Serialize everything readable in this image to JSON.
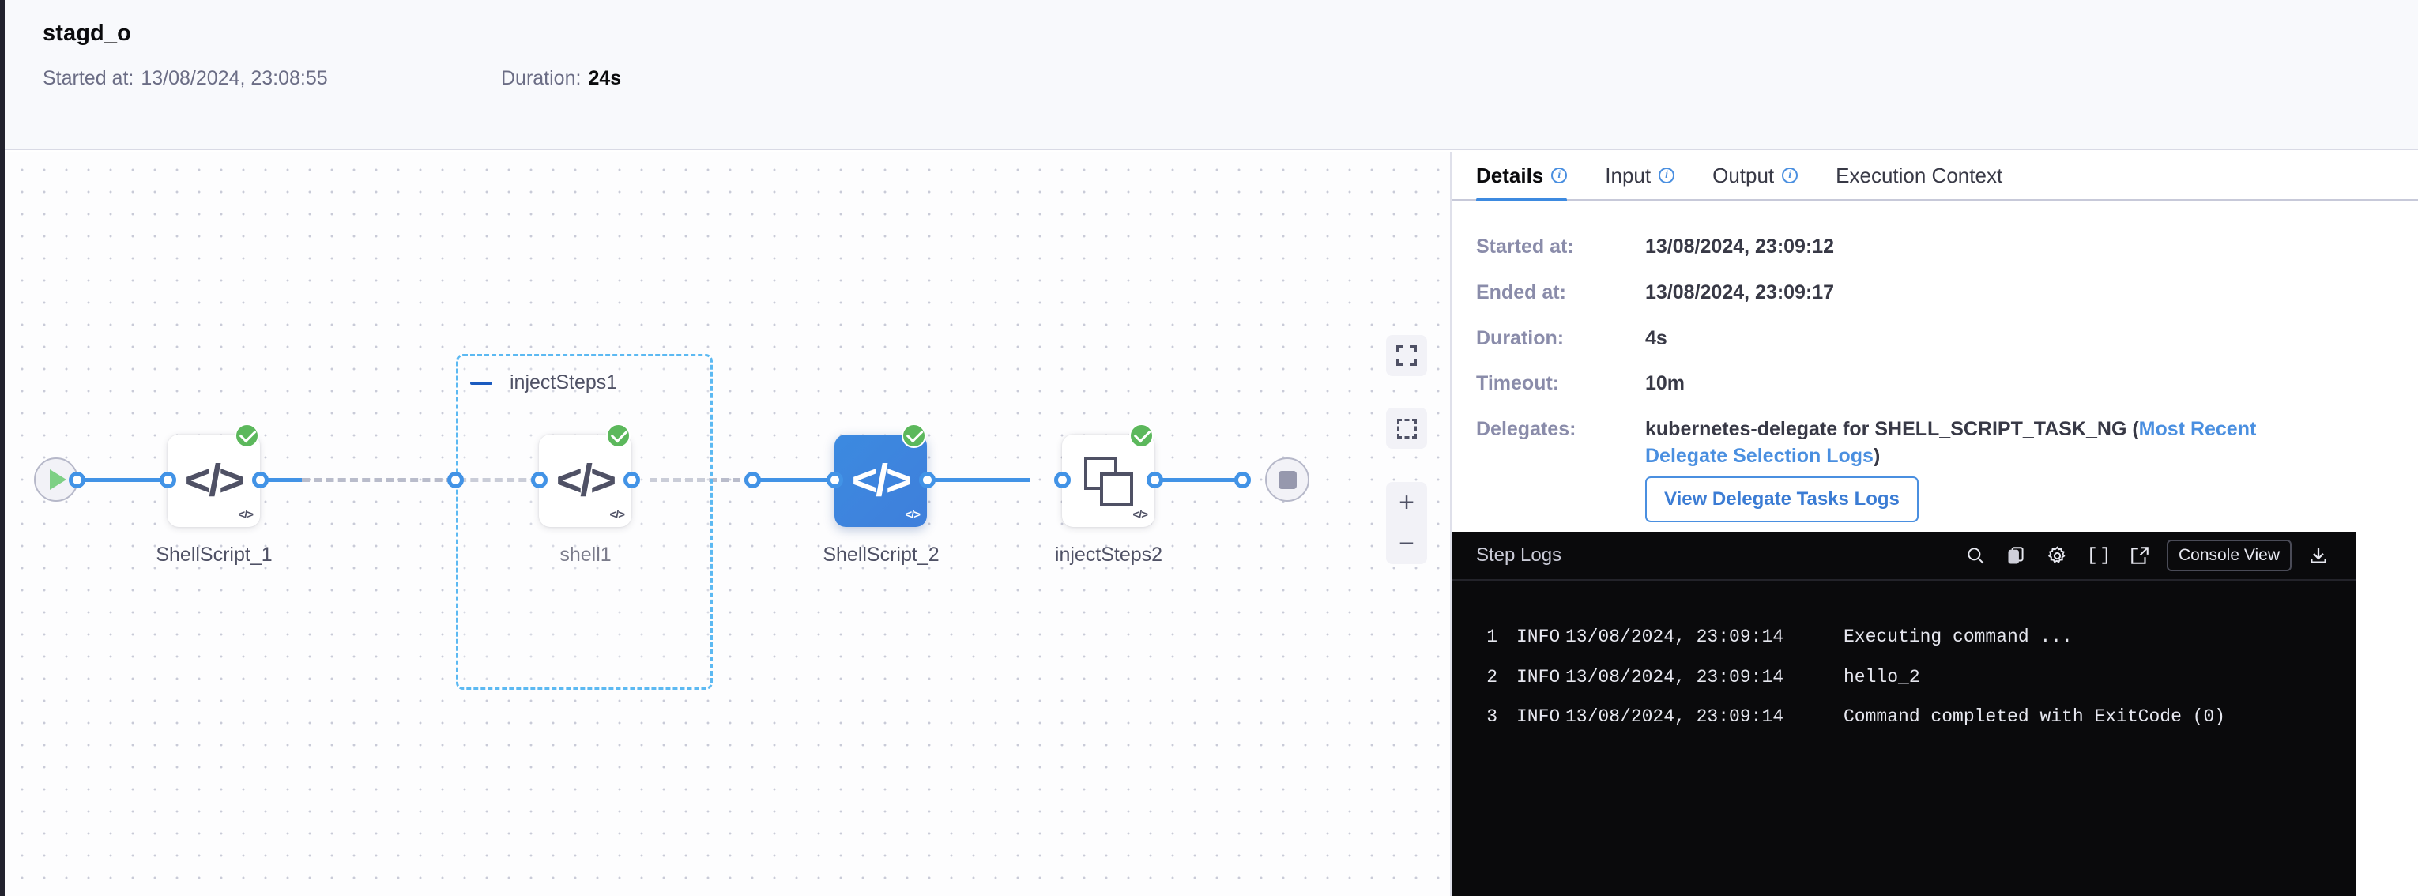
{
  "header": {
    "title": "stagd_o",
    "started_label": "Started at:",
    "started_value": "13/08/2024, 23:08:55",
    "duration_label": "Duration:",
    "duration_value": "24s"
  },
  "canvas": {
    "group": {
      "title": "injectSteps1",
      "collapse_icon": "minus-icon"
    },
    "start_node_name": "start-node",
    "end_node_name": "end-node",
    "nodes": [
      {
        "label": "ShellScript_1",
        "icon": "code-icon",
        "status": "success",
        "selected": false
      },
      {
        "label": "shell1",
        "icon": "code-icon",
        "status": "success",
        "selected": false
      },
      {
        "label": "ShellScript_2",
        "icon": "code-icon",
        "status": "success",
        "selected": true
      },
      {
        "label": "injectSteps2",
        "icon": "copy-stack-icon",
        "status": "success",
        "selected": false
      }
    ],
    "controls": [
      {
        "name": "fit-to-screen-button",
        "icon": "fit-screen-icon"
      },
      {
        "name": "selection-box-button",
        "icon": "dashed-square-icon"
      },
      {
        "name": "zoom-in-button",
        "icon": "plus-icon",
        "glyph": "+"
      },
      {
        "name": "zoom-out-button",
        "icon": "minus-icon",
        "glyph": "−"
      }
    ]
  },
  "panel": {
    "tabs": [
      {
        "label": "Details",
        "info": true,
        "active": true
      },
      {
        "label": "Input",
        "info": true,
        "active": false
      },
      {
        "label": "Output",
        "info": true,
        "active": false
      },
      {
        "label": "Execution Context",
        "info": false,
        "active": false
      }
    ],
    "details": [
      {
        "label": "Started at:",
        "value": "13/08/2024, 23:09:12"
      },
      {
        "label": "Ended at:",
        "value": "13/08/2024, 23:09:17"
      },
      {
        "label": "Duration:",
        "value": "4s"
      },
      {
        "label": "Timeout:",
        "value": "10m"
      }
    ],
    "delegates": {
      "label": "Delegates:",
      "text_before": "kubernetes-delegate for SHELL_SCRIPT_TASK_NG (",
      "link_text": "Most Recent Delegate Selection Logs",
      "text_after": ")",
      "button_label": "View Delegate Tasks Logs"
    }
  },
  "logs": {
    "title": "Step Logs",
    "console_view_label": "Console View",
    "toolbar_icons": [
      "search-icon",
      "copy-icon",
      "gear-icon",
      "expand-icon",
      "external-link-icon",
      "download-icon"
    ],
    "lines": [
      {
        "num": "1",
        "level": "INFO",
        "time": "13/08/2024, 23:09:14",
        "message": "Executing command ..."
      },
      {
        "num": "2",
        "level": "INFO",
        "time": "13/08/2024, 23:09:14",
        "message": "hello_2"
      },
      {
        "num": "3",
        "level": "INFO",
        "time": "13/08/2024, 23:09:14",
        "message": "Command completed with ExitCode (0)"
      }
    ]
  },
  "colors": {
    "accent_blue": "#4293e6",
    "success_green": "#5cb85c",
    "group_border": "#5cb9f2",
    "link_blue": "#4a8fe0",
    "log_bg": "#0a0a0c"
  }
}
